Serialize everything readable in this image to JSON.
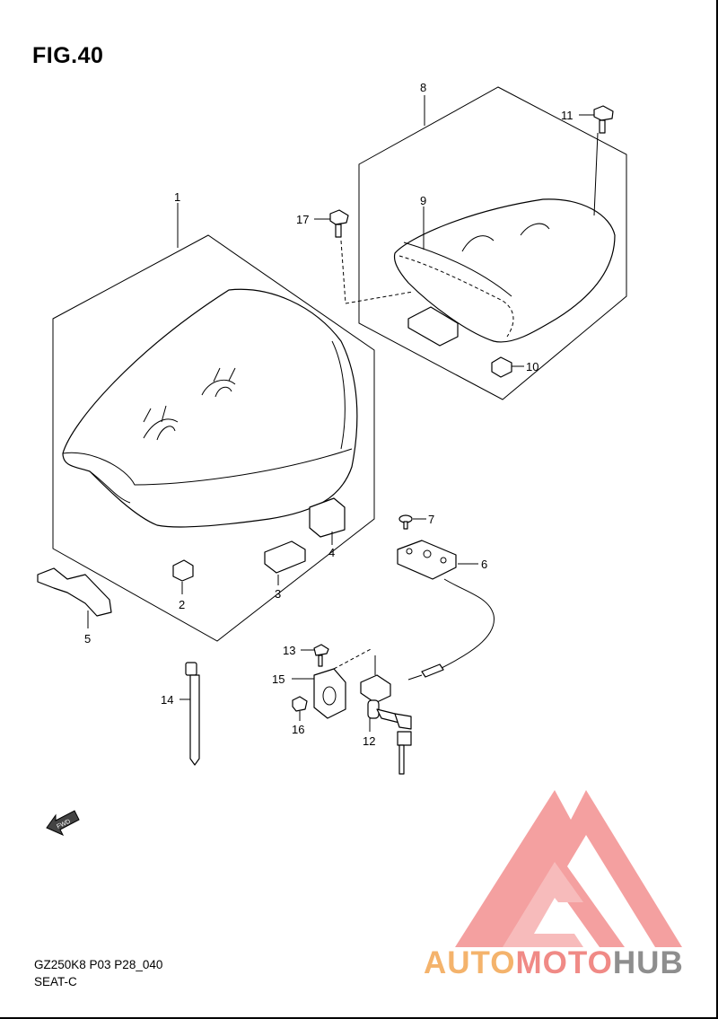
{
  "figure": {
    "title": "FIG.40",
    "code": "GZ250K8 P03 P28_040",
    "name": "SEAT-C",
    "fwd_label": "FWD"
  },
  "callouts": [
    "1",
    "2",
    "3",
    "4",
    "5",
    "6",
    "7",
    "8",
    "9",
    "10",
    "11",
    "12",
    "13",
    "14",
    "15",
    "16",
    "17"
  ],
  "watermark": {
    "part1": "AUTO",
    "part2": "MOTO",
    "part3": "HUB",
    "colors": {
      "auto": "#f4b36c",
      "moto": "#f08a86",
      "hub": "#8e8e8e",
      "logo": "#f39090"
    }
  }
}
